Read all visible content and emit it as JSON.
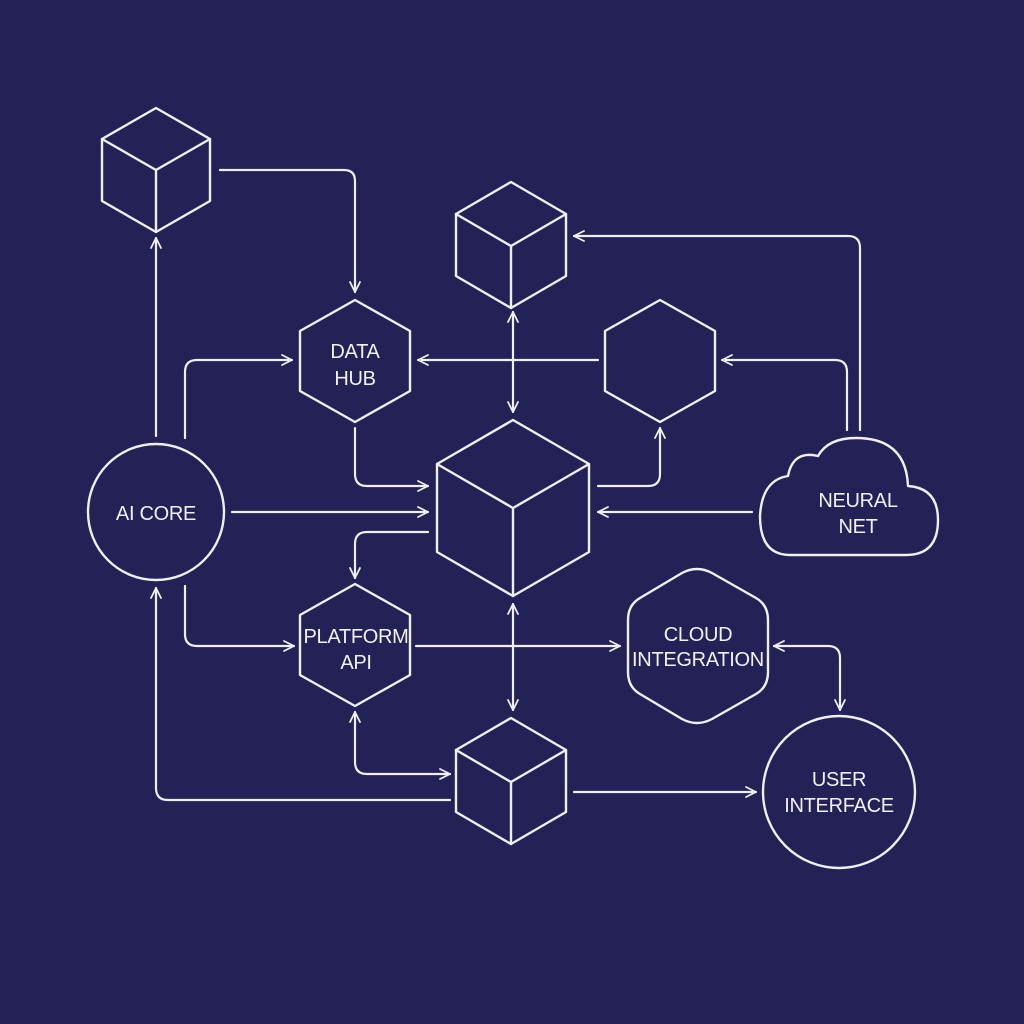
{
  "colors": {
    "background": "#232155",
    "stroke": "#efeef8",
    "text": "#f1f0fa"
  },
  "nodes": {
    "ai_core": {
      "shape": "circle",
      "label": "AI CORE"
    },
    "data_hub": {
      "shape": "hexagon",
      "label_lines": [
        "DATA",
        "HUB"
      ]
    },
    "platform_api": {
      "shape": "hexagon",
      "label_lines": [
        "PLATFORM",
        "API"
      ]
    },
    "cloud_integration": {
      "shape": "rounded-hexagon",
      "label_lines": [
        "CLOUD",
        "INTEGRATION"
      ]
    },
    "neural_net": {
      "shape": "cloud",
      "label_lines": [
        "NEURAL",
        "NET"
      ]
    },
    "user_interface": {
      "shape": "circle",
      "label_lines": [
        "USER",
        "INTERFACE"
      ]
    },
    "central_cube": {
      "shape": "cube",
      "label": ""
    },
    "top_left_cube": {
      "shape": "cube",
      "label": ""
    },
    "top_center_cube": {
      "shape": "cube",
      "label": ""
    },
    "bottom_cube": {
      "shape": "cube",
      "label": ""
    },
    "right_hexagon": {
      "shape": "hexagon",
      "label": ""
    }
  }
}
